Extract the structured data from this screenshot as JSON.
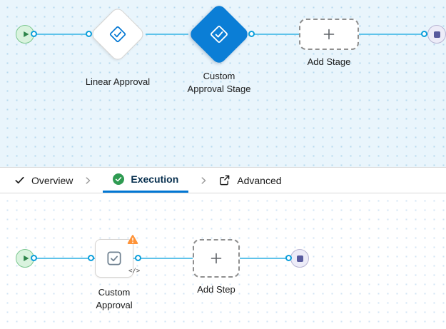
{
  "colors": {
    "accent_blue": "#0176d3",
    "connector_blue": "#5fc3ea",
    "success_green": "#2f9b52",
    "warning_orange": "#fe9339",
    "end_indigo": "#585a9d"
  },
  "stage_canvas": {
    "start_node": {
      "icon": "play"
    },
    "stages": [
      {
        "label": "Linear Approval",
        "icon": "approval",
        "selected": false
      },
      {
        "label": "Custom Approval Stage",
        "label_lines": [
          "Custom",
          "Approval Stage"
        ],
        "icon": "approval",
        "selected": true
      }
    ],
    "add_stage": {
      "label": "Add Stage",
      "icon": "plus"
    },
    "end_node": {
      "icon": "stop"
    }
  },
  "tab_bar": {
    "tabs": [
      {
        "label": "Overview",
        "icon": "check",
        "active": false
      },
      {
        "label": "Execution",
        "icon": "check-circle",
        "active": true
      },
      {
        "label": "Advanced",
        "icon": "advanced",
        "active": false
      }
    ]
  },
  "step_canvas": {
    "start_node": {
      "icon": "play"
    },
    "steps": [
      {
        "label": "Custom Approval",
        "label_lines": [
          "Custom",
          "Approval"
        ],
        "icon": "approval-step",
        "warning": true,
        "code_glyph": "</>"
      }
    ],
    "add_step": {
      "label": "Add Step",
      "icon": "plus"
    },
    "end_node": {
      "icon": "stop"
    }
  }
}
